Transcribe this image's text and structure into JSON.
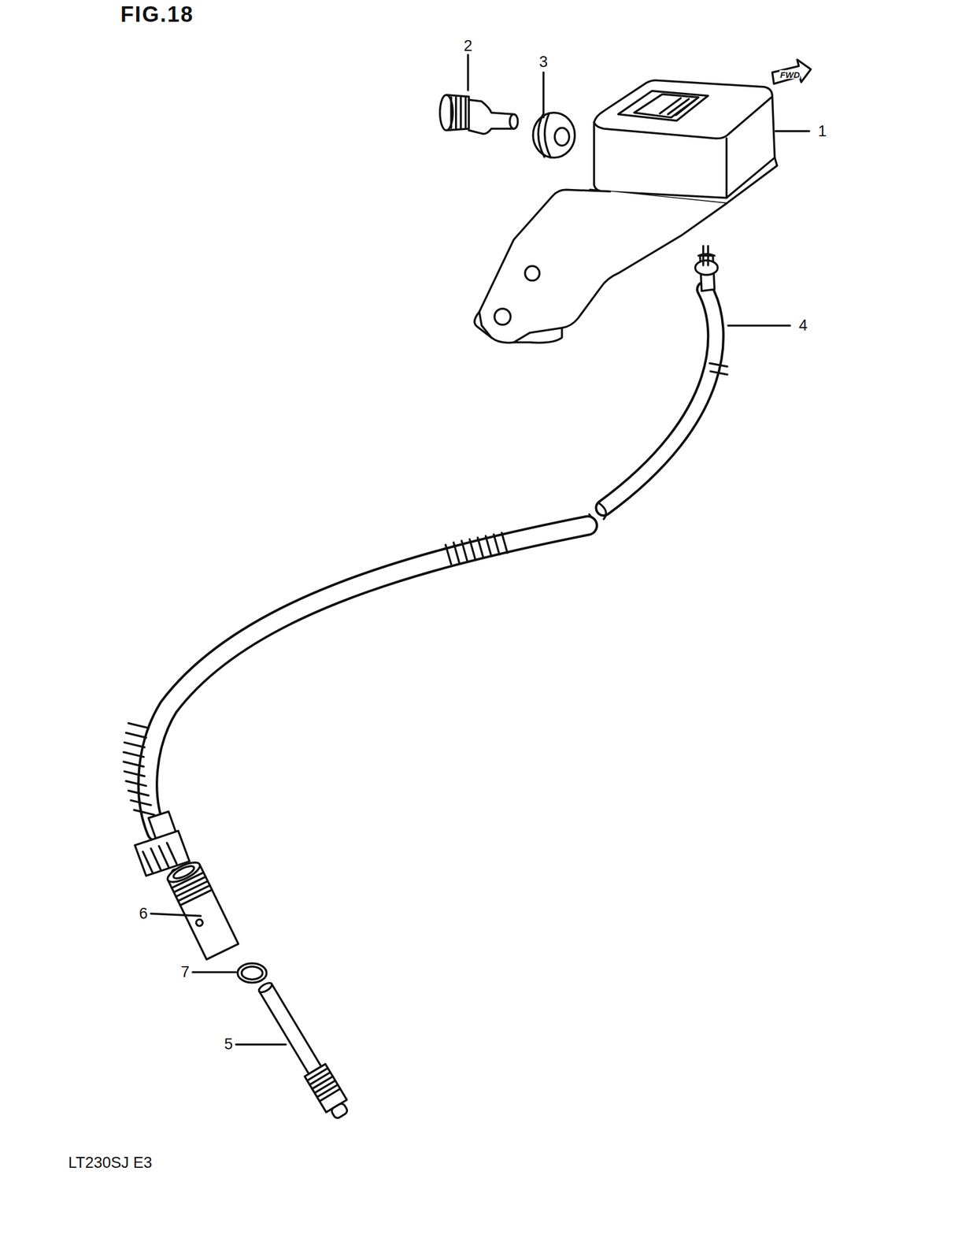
{
  "diagram": {
    "title": "FIG.18",
    "labels": [
      "FWD",
      "2",
      "3",
      "1",
      "4",
      "6",
      "7",
      "5",
      "LT230SJ E3"
    ]
  }
}
